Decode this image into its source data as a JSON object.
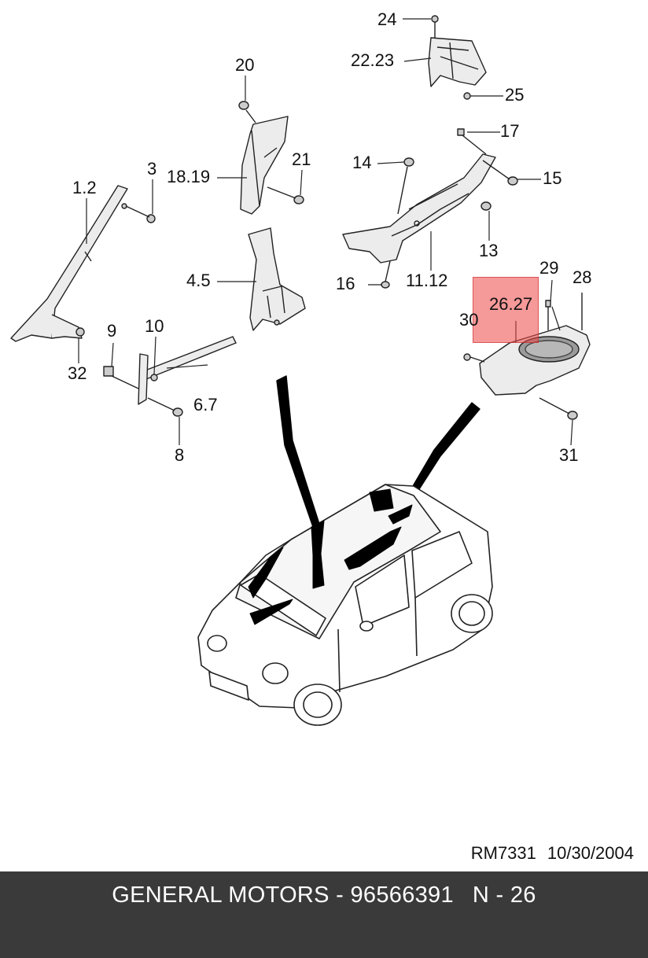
{
  "diagram": {
    "callouts": {
      "c24": "24",
      "c2223": "22.23",
      "c25": "25",
      "c20": "20",
      "c17": "17",
      "c3": "3",
      "c21": "21",
      "c14": "14",
      "c15": "15",
      "c12": "1.2",
      "c1819": "18.19",
      "c13": "13",
      "c45": "4.5",
      "c29": "29",
      "c28": "28",
      "c16": "16",
      "c1112": "11.12",
      "c2627": "26.27",
      "c30": "30",
      "c9": "9",
      "c10": "10",
      "c32": "32",
      "c67": "6.7",
      "c8": "8",
      "c31": "31"
    },
    "highlighted_part": "26.27",
    "highlight_color": "#ec4646"
  },
  "reference": {
    "code": "RM7331",
    "date": "10/30/2004"
  },
  "footer": {
    "brand": "GENERAL MOTORS - 96566391",
    "page": "N - 26",
    "background": "#3a3a3a"
  }
}
